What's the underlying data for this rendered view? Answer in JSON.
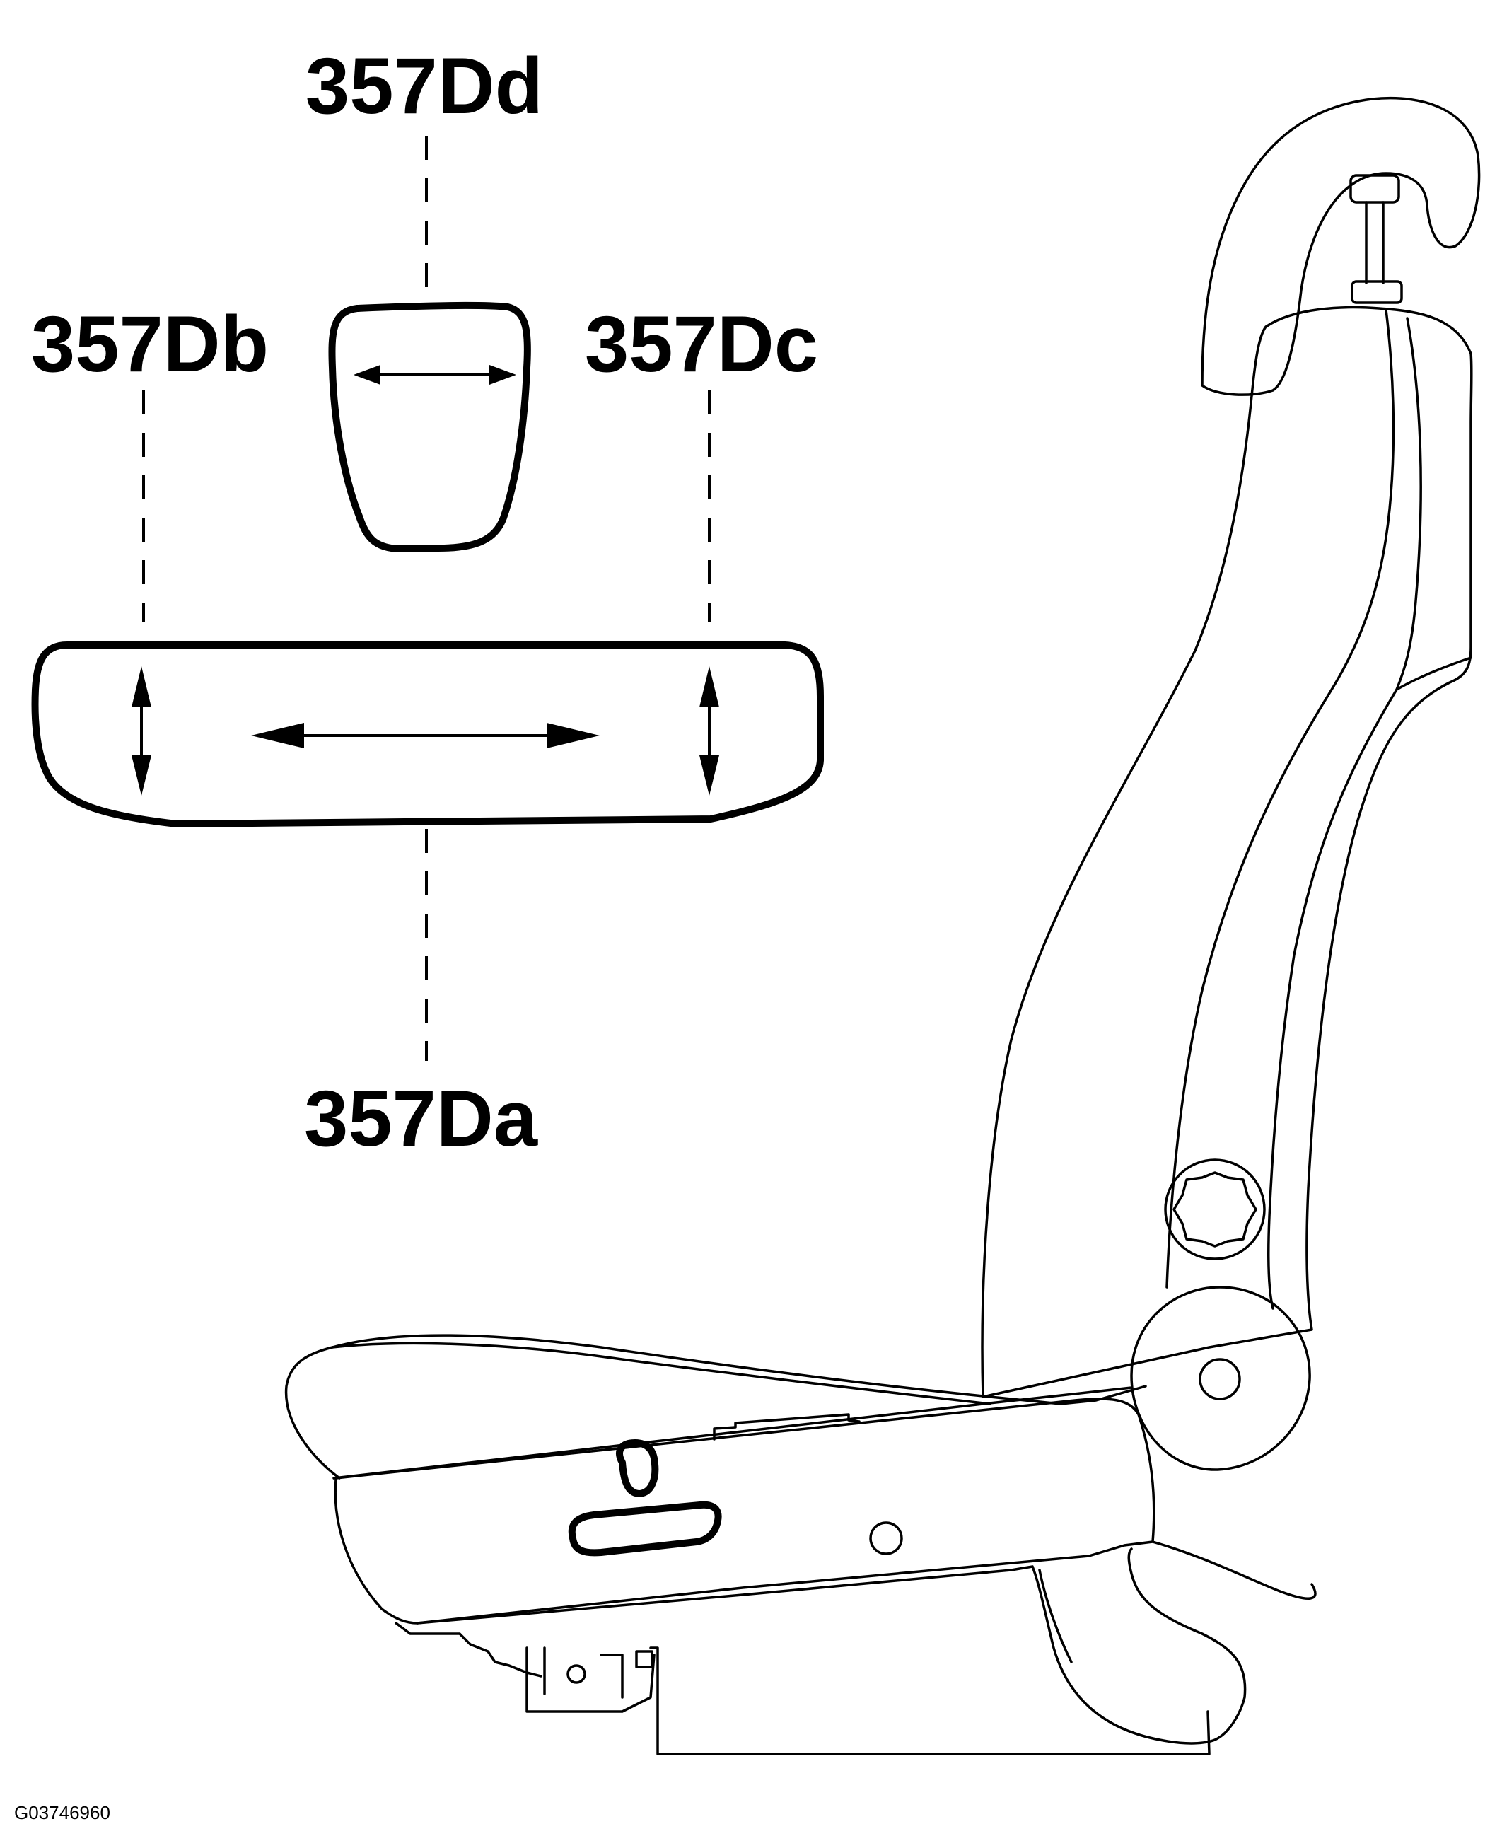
{
  "callouts": {
    "top": "357Dd",
    "left": "357Db",
    "right": "357Dc",
    "bottom": "357Da"
  },
  "figure_id": "G03746960",
  "colors": {
    "line": "#000000",
    "background": "#ffffff"
  }
}
